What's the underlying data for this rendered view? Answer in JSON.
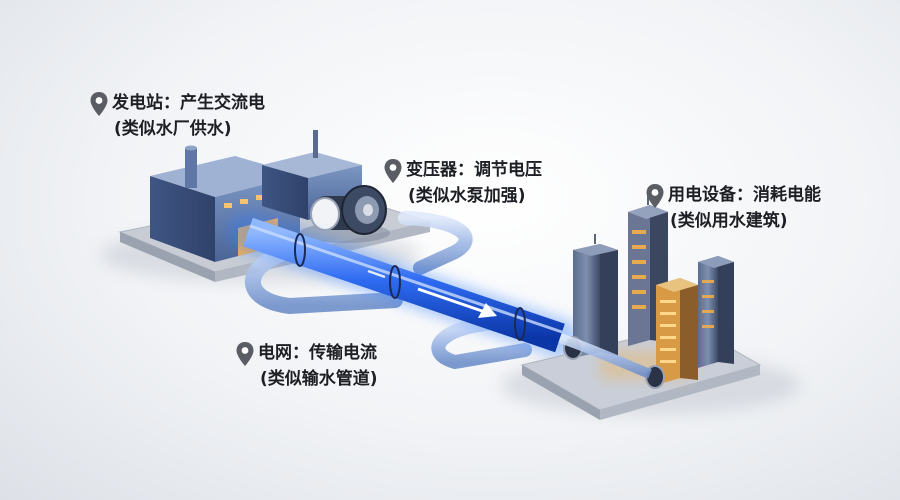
{
  "callouts": {
    "power_station": {
      "title": "发电站：产生交流电",
      "analogy": "(类似水厂供水)"
    },
    "transformer": {
      "title": "变压器：调节电压",
      "analogy": "(类似水泵加强)"
    },
    "consumer": {
      "title": "用电设备：消耗电能",
      "analogy": "(类似用水建筑)"
    },
    "grid": {
      "title": "电网：传输电流",
      "analogy": "(类似输水管道)"
    }
  },
  "colors": {
    "pipe_glow": "#2f7bff",
    "pipe_core": "#0f49d6",
    "building_blue": "#5d7bb0",
    "platform": "#c9ced8",
    "window_warm": "#f3b04a",
    "pin": "#5a5d63"
  },
  "icons": [
    "location-pin-icon",
    "flow-arrow-icon"
  ]
}
